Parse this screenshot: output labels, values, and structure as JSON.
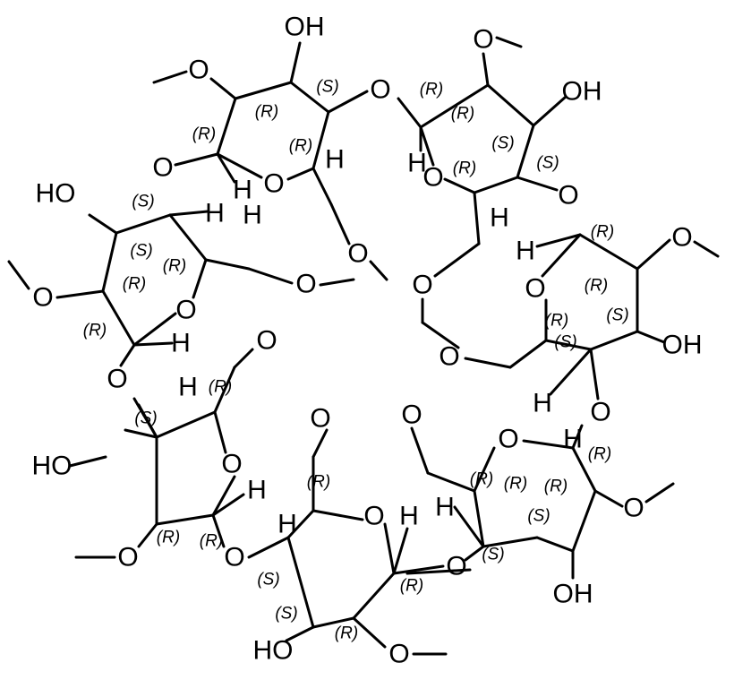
{
  "diagram": {
    "type": "chemical-structure",
    "atoms": [
      "OH",
      "O",
      "O",
      "O",
      "O",
      "H",
      "H",
      "O",
      "OH",
      "O",
      "O",
      "H",
      "H",
      "HO",
      "H",
      "H",
      "O",
      "O",
      "O",
      "O",
      "O",
      "H",
      "O",
      "H",
      "O",
      "O",
      "OH",
      "O",
      "H",
      "O",
      "O",
      "H",
      "O",
      "HO",
      "O",
      "O",
      "H",
      "O",
      "H",
      "H",
      "O",
      "O",
      "O",
      "H",
      "H",
      "O",
      "O",
      "OH",
      "HO",
      "O"
    ],
    "stereo": [
      "(S)",
      "(R)",
      "(R)",
      "(R)",
      "(R)",
      "(R)",
      "(S)",
      "(R)",
      "(S)",
      "(S)",
      "(S)",
      "(R)",
      "(R)",
      "(R)",
      "(R)",
      "(R)",
      "(R)",
      "(S)",
      "(S)",
      "(R)",
      "(S)",
      "(R)",
      "(R)",
      "(R)",
      "(R)",
      "(R)",
      "(R)",
      "(R)",
      "(S)",
      "(R)",
      "(S)",
      "(S)",
      "(S)",
      "(R)"
    ]
  }
}
